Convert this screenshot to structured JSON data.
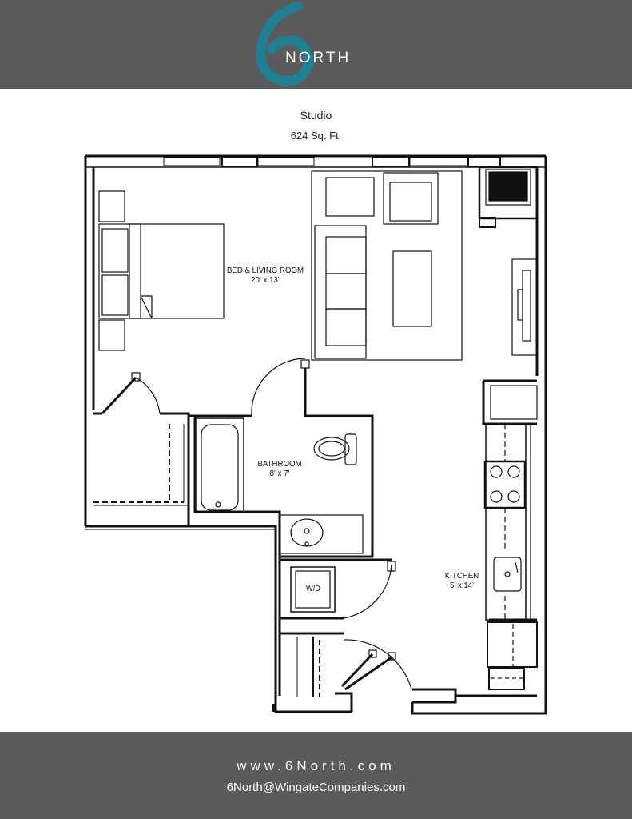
{
  "brand": {
    "logo_numeral": "6",
    "logo_word": "NORTH",
    "logo_color": "#1f7f93",
    "band_color": "#5b5b5d"
  },
  "unit": {
    "name": "Studio",
    "area": "624 Sq. Ft."
  },
  "rooms": {
    "bed_living": {
      "name": "BED & LIVING ROOM",
      "size": "20' x 13'"
    },
    "bathroom": {
      "name": "BATHROOM",
      "size": "8' x 7'"
    },
    "kitchen": {
      "name": "KITCHEN",
      "size": "5' x 14'"
    },
    "laundry_label": "W/D"
  },
  "footer": {
    "website": "www.6North.com",
    "email": "6North@WingateCompanies.com"
  }
}
